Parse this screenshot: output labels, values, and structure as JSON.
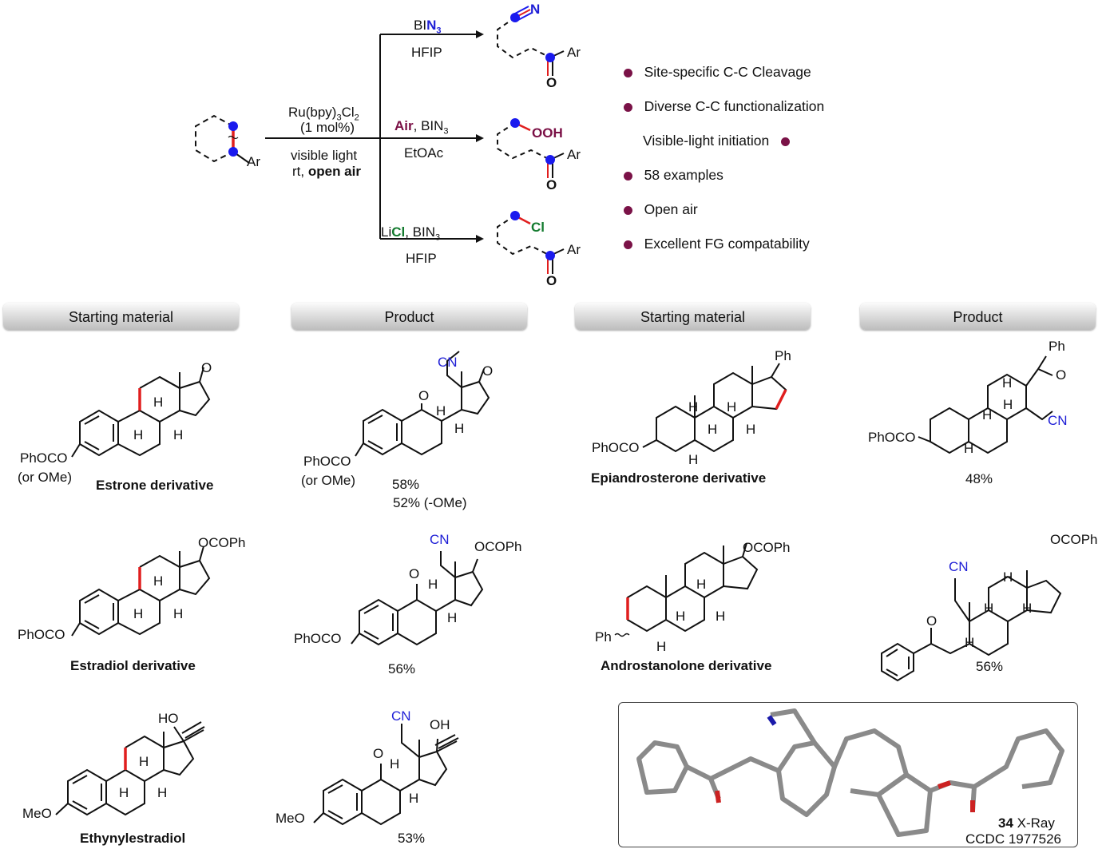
{
  "scheme": {
    "start_ar": "Ar",
    "conditions": {
      "catalyst_prefix": "Ru(bpy)",
      "catalyst_sub1": "3",
      "catalyst_mid": "Cl",
      "catalyst_sub2": "2",
      "loading": "(1 mol%)",
      "light": "visible light",
      "rt": "rt, ",
      "open_air": "open air"
    },
    "routes": [
      {
        "reagent_pre": "BI",
        "reagent_hi": "N",
        "reagent_sub": "3",
        "solvent": "HFIP",
        "group": "N",
        "ar": "Ar",
        "o": "O"
      },
      {
        "reagent_hi": "Air",
        "reagent_post": ", BIN",
        "reagent_sub": "3",
        "solvent": "EtOAc",
        "group": "OOH",
        "ar": "Ar",
        "o": "O"
      },
      {
        "reagent_pre": "Li",
        "reagent_hi": "Cl",
        "reagent_post": ", BIN",
        "reagent_sub": "3",
        "solvent": "HFIP",
        "group": "Cl",
        "ar": "Ar",
        "o": "O"
      }
    ]
  },
  "features": [
    "Site-specific C-C Cleavage",
    "Diverse C-C functionalization",
    "Visible-light initiation",
    "58 examples",
    "Open air",
    "Excellent FG compatability"
  ],
  "headers": [
    "Starting material",
    "Product",
    "Starting material",
    "Product"
  ],
  "examples": {
    "estrone": {
      "name": "Estrone derivative",
      "sub1": "PhOCO",
      "sub2": "(or OMe)",
      "o": "O",
      "h": "H"
    },
    "estrone_product": {
      "cn": "CN",
      "sub1": "PhOCO",
      "sub2": "(or OMe)",
      "o": "O",
      "h": "H",
      "yield1": "58%",
      "yield2": "52% (-OMe)"
    },
    "epiandro": {
      "name": "Epiandrosterone derivative",
      "sub": "PhOCO",
      "ph": "Ph",
      "h": "H"
    },
    "epiandro_product": {
      "ph": "Ph",
      "o": "O",
      "cn": "CN",
      "sub": "PhOCO",
      "h": "H",
      "yield": "48%"
    },
    "estradiol": {
      "name": "Estradiol derivative",
      "sub": "PhOCO",
      "ocoph": "OCOPh",
      "h": "H"
    },
    "estradiol_product": {
      "cn": "CN",
      "ocoph": "OCOPh",
      "sub": "PhOCO",
      "o": "O",
      "h": "H",
      "yield": "56%"
    },
    "androstanolone": {
      "name": "Androstanolone derivative",
      "ocoph": "OCOPh",
      "ph": "Ph",
      "h": "H"
    },
    "androstanolone_product": {
      "cn": "CN",
      "ocoph": "OCOPh",
      "o": "O",
      "h": "H",
      "yield": "56%"
    },
    "ethynyl": {
      "name": "Ethynylestradiol",
      "oh": "HO",
      "sub": "MeO",
      "h": "H"
    },
    "ethynyl_product": {
      "cn": "CN",
      "oh": "OH",
      "o": "O",
      "sub": "MeO",
      "h": "H",
      "yield": "53%"
    }
  },
  "xray": {
    "compound": "34",
    "label": " X-Ray",
    "ccdc": "CCDC 1977526"
  }
}
